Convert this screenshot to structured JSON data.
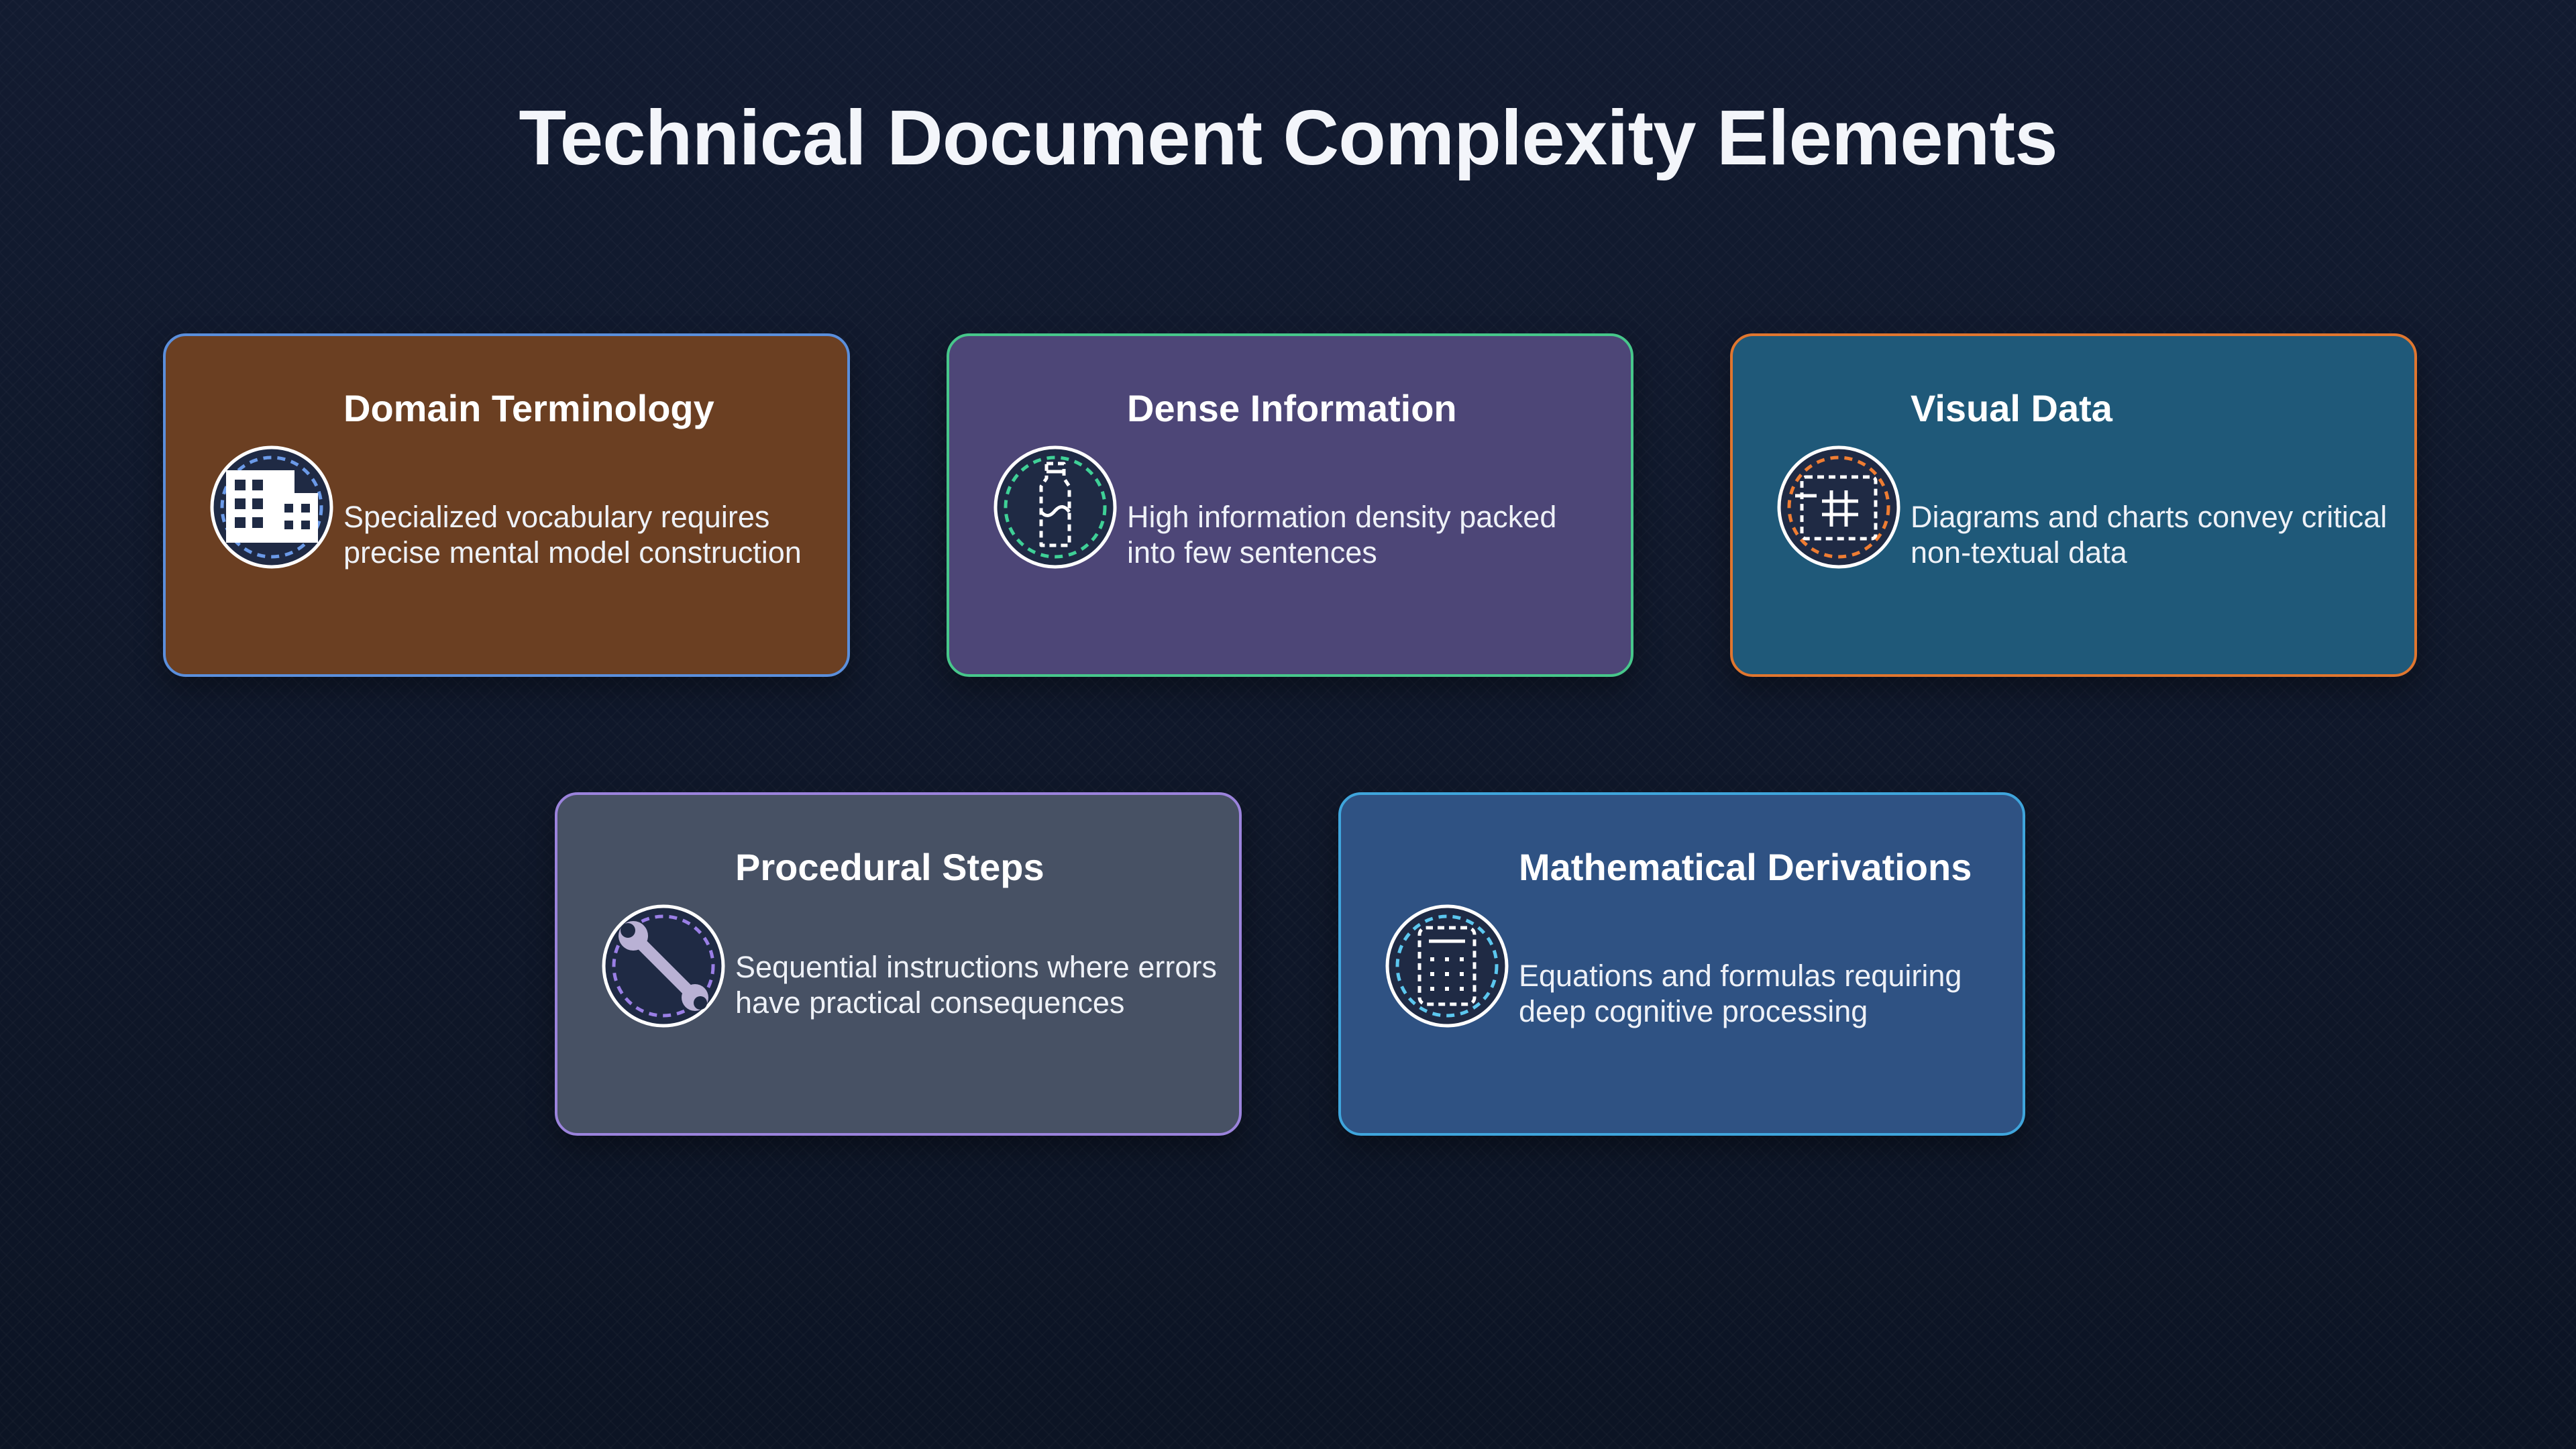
{
  "title": "Technical Document Complexity Elements",
  "cards": [
    {
      "title": "Domain Terminology",
      "description": "Specialized vocabulary requires precise mental model construction",
      "icon": "building-icon",
      "background": "#6b3f22",
      "border": "#5b8fdc",
      "accent": "#6b9ae8"
    },
    {
      "title": "Dense Information",
      "description": "High information density packed into few sentences",
      "icon": "bottle-icon",
      "background": "#4d4677",
      "border": "#47c78b",
      "accent": "#3fd197"
    },
    {
      "title": "Visual Data",
      "description": "Diagrams and charts convey critical non-textual data",
      "icon": "chart-icon",
      "background": "#1f5979",
      "border": "#e0762f",
      "accent": "#ef7d33"
    },
    {
      "title": "Procedural Steps",
      "description": "Sequential instructions where errors have practical consequences",
      "icon": "wrench-icon",
      "background": "#475164",
      "border": "#9b83dc",
      "accent": "#9a7fe6"
    },
    {
      "title": "Mathematical Derivations",
      "description": "Equations and formulas requiring deep cognitive processing",
      "icon": "calculator-icon",
      "background": "#2f5283",
      "border": "#3fa5dc",
      "accent": "#5cc7ef"
    }
  ]
}
